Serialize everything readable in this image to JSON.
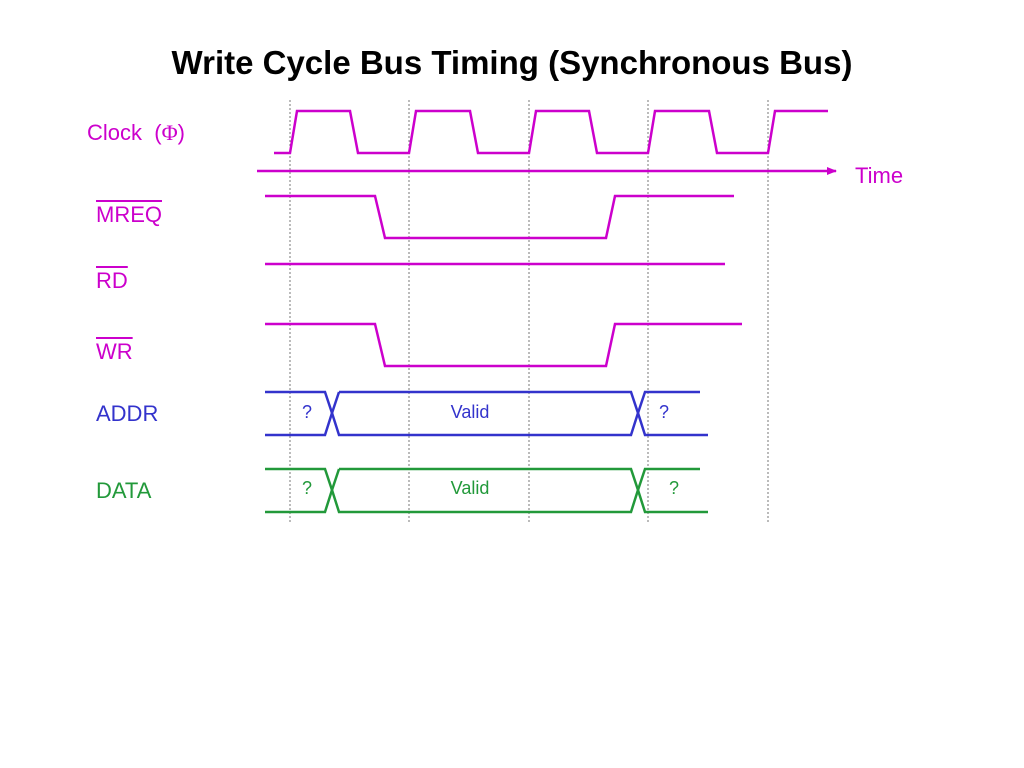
{
  "title": "Write Cycle Bus Timing (Synchronous Bus)",
  "time_label": "Time",
  "colors": {
    "control": "#cc00cc",
    "address": "#3333cc",
    "data": "#22993a",
    "grid": "#777777"
  },
  "signals": [
    {
      "id": "clock",
      "label": "Clock",
      "symbol": "Φ",
      "active_low": false,
      "kind": "clock"
    },
    {
      "id": "mreq",
      "label": "MREQ",
      "active_low": true,
      "kind": "digital",
      "waveform": [
        "high",
        "low",
        "high"
      ]
    },
    {
      "id": "rd",
      "label": "RD",
      "active_low": true,
      "kind": "digital",
      "waveform": [
        "high"
      ]
    },
    {
      "id": "wr",
      "label": "WR",
      "active_low": true,
      "kind": "digital",
      "waveform": [
        "high",
        "low",
        "high"
      ]
    },
    {
      "id": "addr",
      "label": "ADDR",
      "active_low": false,
      "kind": "bus",
      "segments": [
        "?",
        "Valid",
        "?"
      ]
    },
    {
      "id": "data",
      "label": "DATA",
      "active_low": false,
      "kind": "bus",
      "segments": [
        "?",
        "Valid",
        "?"
      ]
    }
  ]
}
